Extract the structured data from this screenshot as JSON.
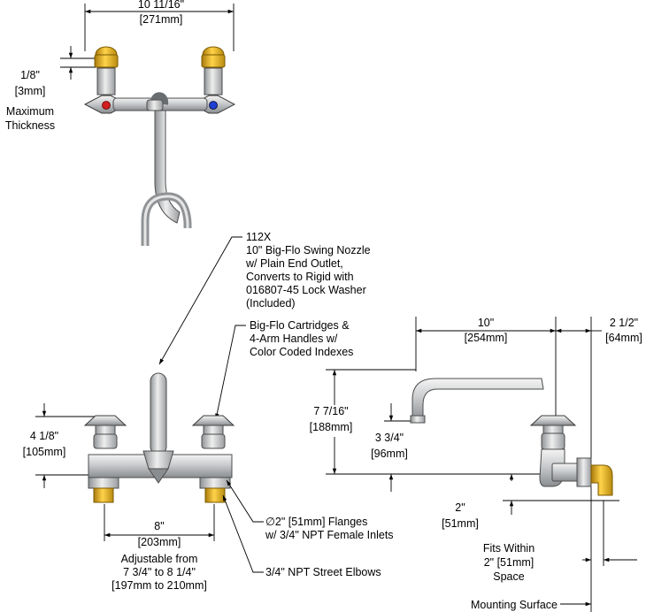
{
  "top_view": {
    "width_in": "10 11/16\"",
    "width_mm": "[271mm]",
    "thickness_in": "1/8\"",
    "thickness_mm": "[3mm]",
    "thickness_label_1": "Maximum",
    "thickness_label_2": "Thickness"
  },
  "nozzle_callout": {
    "line1": "112X",
    "line2": "10\" Big-Flo Swing Nozzle",
    "line3": "w/ Plain End Outlet,",
    "line4": "Converts to Rigid with",
    "line5": "016807-45 Lock Washer",
    "line6": "(Included)"
  },
  "cartridge_callout": {
    "line1": "Big-Flo Cartridges &",
    "line2": "4-Arm Handles w/",
    "line3": "Color Coded Indexes"
  },
  "front_view": {
    "height_in": "4 1/8\"",
    "height_mm": "[105mm]",
    "centers_in": "8\"",
    "centers_mm": "[203mm]",
    "adjust_1": "Adjustable from",
    "adjust_2": "7 3/4\" to 8 1/4\"",
    "adjust_3": "[197mm to 210mm]",
    "flange_1": "∅2\" [51mm] Flanges",
    "flange_2": "w/ 3/4\" NPT Female Inlets",
    "elbow": "3/4\" NPT Street Elbows"
  },
  "side_view": {
    "reach_in": "10\"",
    "reach_mm": "[254mm]",
    "offset_in": "2 1/2\"",
    "offset_mm": "[64mm]",
    "height_in": "7 7/16\"",
    "height_mm": "[188mm]",
    "outlet_in": "3 3/4\"",
    "outlet_mm": "[96mm]",
    "inlet_in": "2\"",
    "inlet_mm": "[51mm]",
    "fit_1": "Fits Within",
    "fit_2": "2\" [51mm]",
    "fit_3": "Space",
    "mount": "Mounting Surface"
  },
  "colors": {
    "hot_index": "#d21f1f",
    "cold_index": "#1f3fd2",
    "brass": "#e2b21c",
    "steel": "#b9bcbf"
  }
}
